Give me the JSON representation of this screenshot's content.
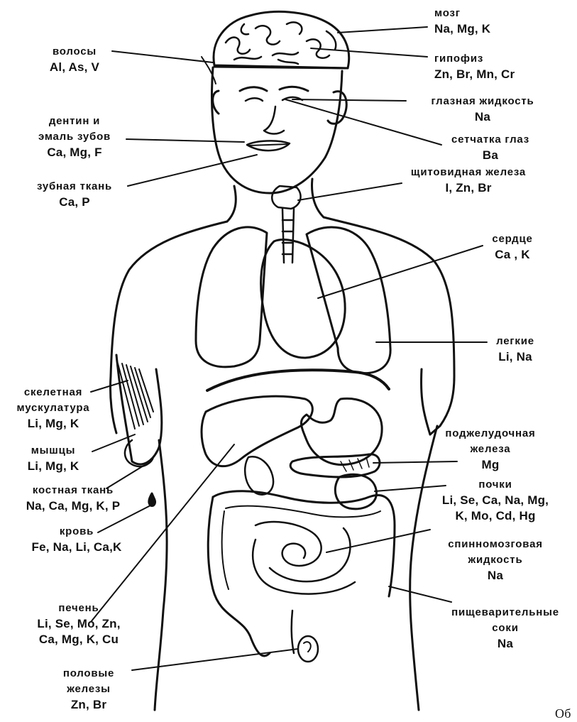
{
  "diagram": {
    "labels": {
      "brain": {
        "title": "мозг",
        "elements": "Na, Mg, K"
      },
      "pituitary": {
        "title": "гипофиз",
        "elements": "Zn, Br, Mn, Cr"
      },
      "eye_fluid": {
        "title": "глазная жидкость",
        "elements": "Na"
      },
      "retina": {
        "title": "сетчатка глаз",
        "elements": "Ba"
      },
      "thyroid": {
        "title": "щитовидная железа",
        "elements": "I, Zn, Br"
      },
      "heart": {
        "title": "сердце",
        "elements": "Ca , K"
      },
      "lungs": {
        "title": "легкие",
        "elements": "Li, Na"
      },
      "pancreas": {
        "title_1": "поджелудочная",
        "title_2": "железа",
        "elements": "Mg"
      },
      "kidneys": {
        "title": "почки",
        "elements_1": "Li, Se, Ca, Na, Mg,",
        "elements_2": "K, Mo, Cd, Hg"
      },
      "csf": {
        "title_1": "спинномозговая",
        "title_2": "жидкость",
        "elements": "Na"
      },
      "digestive": {
        "title_1": "пищеварительные",
        "title_2": "соки",
        "elements": "Na"
      },
      "hair": {
        "title": "волосы",
        "elements": "Al, As, V"
      },
      "dentin": {
        "title_1": "дентин и",
        "title_2": "эмаль зубов",
        "elements": "Ca, Mg, F"
      },
      "tooth_tissue": {
        "title": "зубная ткань",
        "elements": "Ca, P"
      },
      "skeletal": {
        "title_1": "скелетная",
        "title_2": "мускулатура",
        "elements": "Li, Mg, K"
      },
      "muscles": {
        "title": "мышцы",
        "elements": "Li, Mg, K"
      },
      "bone": {
        "title": "костная ткань",
        "elements": "Na, Ca, Mg, K, P"
      },
      "blood": {
        "title": "кровь",
        "elements": "Fe, Na, Li, Ca,K"
      },
      "liver": {
        "title": "печень",
        "elements_1": "Li, Se, Mo, Zn,",
        "elements_2": "Ca, Mg, K, Cu"
      },
      "gonads": {
        "title_1": "половые",
        "title_2": "железы",
        "elements": "Zn, Br"
      }
    },
    "corner_text": "Об"
  }
}
